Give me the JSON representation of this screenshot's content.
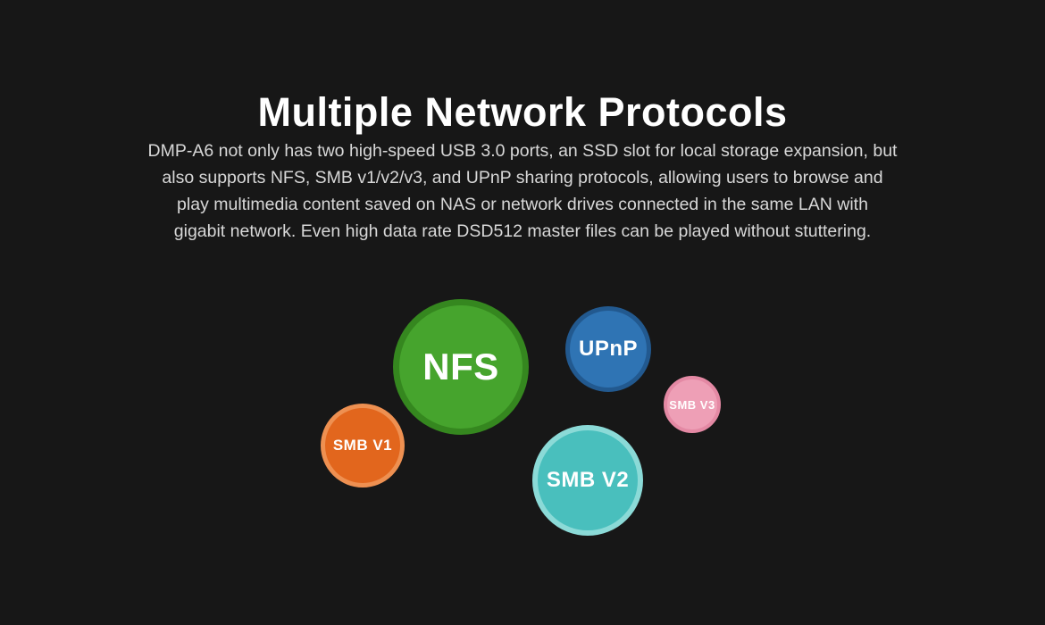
{
  "page": {
    "title": "Multiple Network Protocols",
    "description_lines": [
      "DMP-A6 not only has two high-speed USB 3.0 ports, an SSD slot for local storage expansion, but",
      "also supports NFS, SMB v1/v2/v3, and UPnP sharing protocols, allowing users to browse and",
      "play multimedia content saved on NAS or network drives connected in the same LAN with",
      "gigabit network. Even high data rate DSD512 master files can be played without stuttering."
    ]
  },
  "bubbles": [
    {
      "id": "nfs",
      "label": "NFS",
      "fill": "#46a42d",
      "border": "#35871f"
    },
    {
      "id": "upnp",
      "label": "UPnP",
      "fill": "#2f74b4",
      "border": "#22598f"
    },
    {
      "id": "smb-v3",
      "label": "SMB V3",
      "fill": "#ee9fb6",
      "border": "#e489a4"
    },
    {
      "id": "smb-v1",
      "label": "SMB V1",
      "fill": "#e2661d",
      "border": "#ee9051"
    },
    {
      "id": "smb-v2",
      "label": "SMB V2",
      "fill": "#49bfbd",
      "border": "#8bdad7"
    }
  ],
  "colors": {
    "background": "#171717",
    "heading_text": "#ffffff",
    "body_text": "#d8d8d8",
    "bubble_text": "#ffffff"
  }
}
